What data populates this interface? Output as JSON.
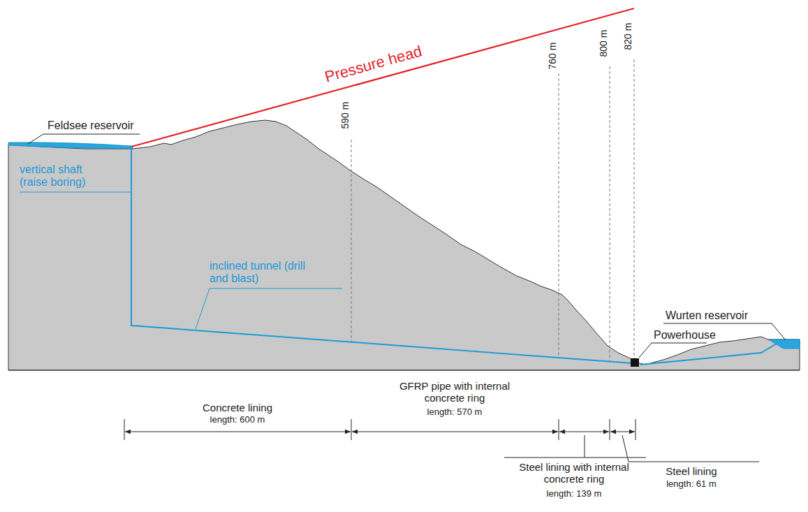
{
  "diagram": {
    "labels": [
      "Pressure head",
      "Feldsee reservoir",
      "590 m",
      "760 m",
      "800 m",
      "820 m",
      "vertical shaft (raise boring)",
      "inclined tunnel (drill and blast)",
      "Wurten reservoir",
      "Powerhouse",
      "Concrete lining",
      "length: 600 m",
      "GFRP pipe with internal concrete ring",
      "length: 570 m",
      "Steel lining with internal concrete ring",
      "length: 139 m",
      "Steel lining",
      "length: 61 m"
    ]
  }
}
